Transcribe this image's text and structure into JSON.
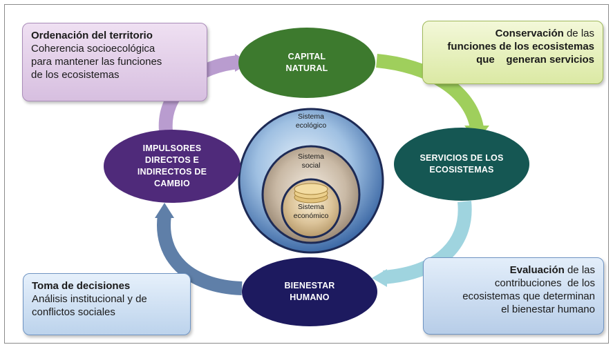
{
  "diagram": {
    "nodes": {
      "capital_natural": [
        "CAPITAL",
        "NATURAL"
      ],
      "servicios": [
        "SERVICIOS DE LOS",
        "ECOSISTEMAS"
      ],
      "bienestar": [
        "BIENESTAR",
        "HUMANO"
      ],
      "impulsores": [
        "IMPULSORES",
        "DIRECTOS E",
        "INDIRECTOS DE",
        "CAMBIO"
      ]
    },
    "center": {
      "ecologico": [
        "Sistema",
        "ecológico"
      ],
      "social": [
        "Sistema",
        "social"
      ],
      "economico": [
        "Sistema",
        "económico"
      ]
    },
    "boxes": {
      "ordenacion": {
        "title": "Ordenación del territorio",
        "lines": [
          "Coherencia socioecológica",
          "para mantener las funciones",
          "de los ecosistemas"
        ]
      },
      "conservacion": {
        "title": "Conservación",
        "title_rest": " de las",
        "lines": [
          "funciones de los ecosistemas",
          "que    generan servicios"
        ]
      },
      "toma": {
        "title": "Toma de decisiones",
        "lines": [
          "Análisis institucional y de",
          "conflictos sociales"
        ]
      },
      "evaluacion": {
        "title": "Evaluación",
        "title_rest": " de las",
        "lines": [
          "contribuciones  de los",
          "ecosistemas que determinan",
          "el bienestar humano"
        ]
      }
    },
    "colors": {
      "capital": "#3d7a2e",
      "servicios": "#155753",
      "bienestar": "#1d1a5f",
      "impulsores": "#4f2a7a",
      "arrow_green": "#9fcf5c",
      "arrow_teal": "#9fd4df",
      "arrow_blue": "#5f7fa8",
      "arrow_purple": "#b99ccf"
    }
  }
}
